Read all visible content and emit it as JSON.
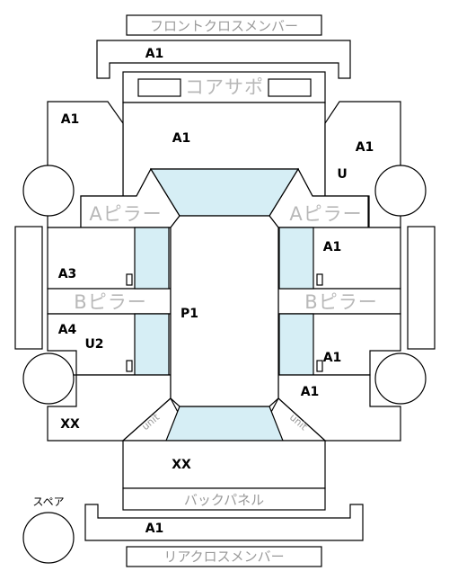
{
  "labels": {
    "front_cross_member": "フロントクロスメンバー",
    "core_support": "コアサポ",
    "a_pillar": "Aピラー",
    "b_pillar": "Bピラー",
    "back_panel": "バックパネル",
    "rear_cross_member": "リアクロスメンバー",
    "spare": "スペア",
    "unit": "unit"
  },
  "codes": {
    "front_member": "A1",
    "hood": "A1",
    "front_left_fender": "A1",
    "front_right_fender": "A1",
    "front_right_fender_mark": "U",
    "left_front_door": "A3",
    "left_rear_door": "A4",
    "left_rear_door_mark": "U2",
    "right_front_door": "A1",
    "right_rear_door": "A1",
    "right_rear_quarter": "A1",
    "roof": "P1",
    "left_rear_quarter": "XX",
    "trunk": "XX",
    "rear_member": "A1"
  }
}
